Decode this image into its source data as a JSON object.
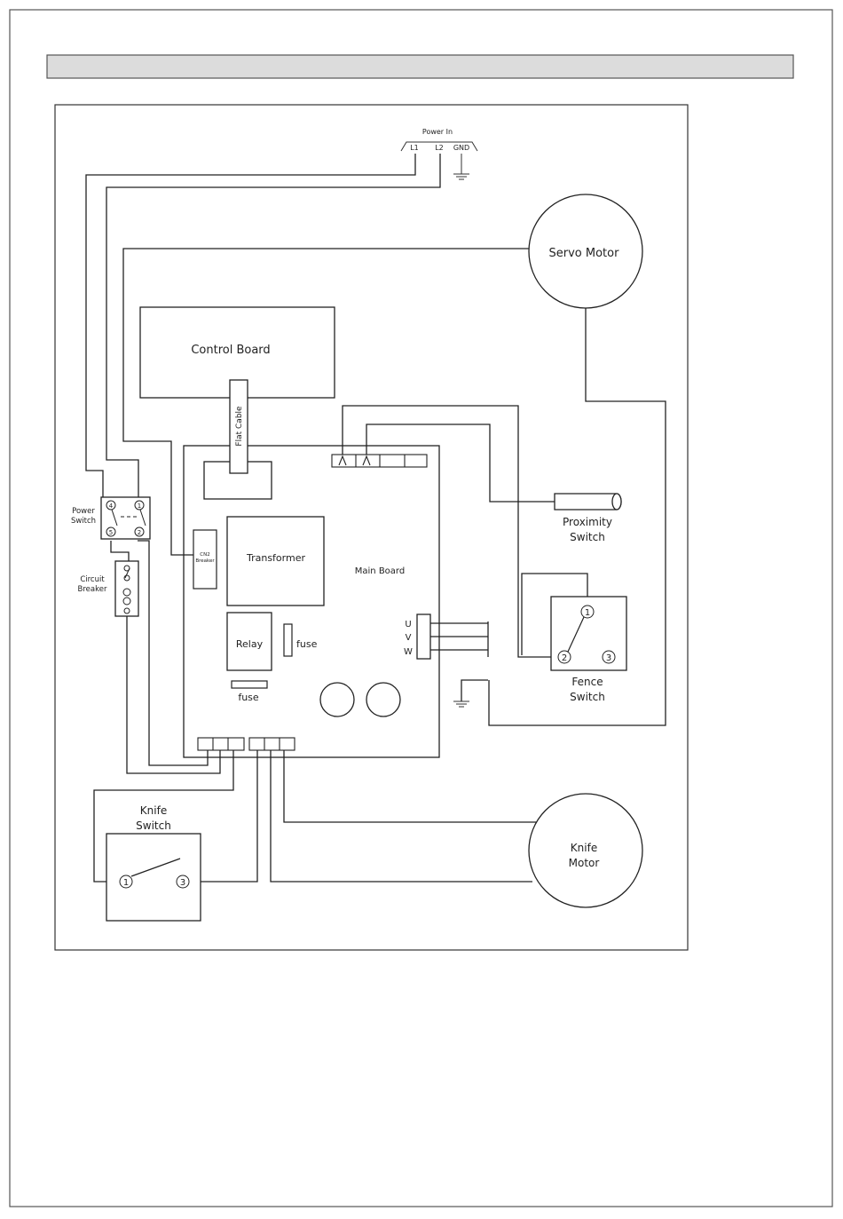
{
  "power_in": {
    "title": "Power In",
    "l1": "L1",
    "l2": "L2",
    "gnd": "GND"
  },
  "servo_motor": {
    "label": "Servo Motor"
  },
  "control_board": {
    "label": "Control Board"
  },
  "flat_cable": {
    "label": "Flat Cable"
  },
  "power_switch": {
    "line1": "Power",
    "line2": "Switch",
    "pins": [
      "4",
      "1",
      "5",
      "2"
    ]
  },
  "circuit_breaker": {
    "line1": "Circuit",
    "line2": "Breaker"
  },
  "cn_breaker": {
    "line1": "CN2",
    "line2": "Breaker"
  },
  "transformer": {
    "label": "Transformer"
  },
  "main_board": {
    "label": "Main Board"
  },
  "relay": {
    "label": "Relay"
  },
  "fuse_right": {
    "label": "fuse"
  },
  "fuse_bottom": {
    "label": "fuse"
  },
  "uvw": {
    "u": "U",
    "v": "V",
    "w": "W"
  },
  "proximity_switch": {
    "line1": "Proximity",
    "line2": "Switch"
  },
  "fence_switch": {
    "line1": "Fence",
    "line2": "Switch",
    "pins": [
      "1",
      "2",
      "3"
    ]
  },
  "knife_switch": {
    "line1": "Knife",
    "line2": "Switch",
    "pins": [
      "1",
      "3"
    ]
  },
  "knife_motor": {
    "line1": "Knife",
    "line2": "Motor"
  }
}
